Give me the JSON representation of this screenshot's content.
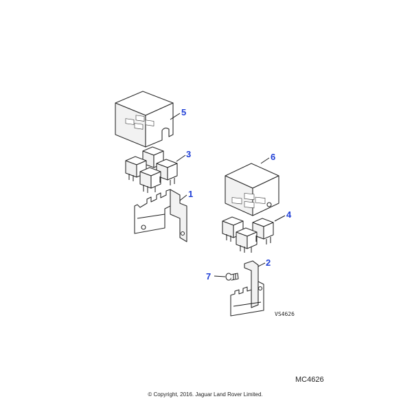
{
  "callouts": {
    "c1": "1",
    "c2": "2",
    "c3": "3",
    "c4": "4",
    "c5": "5",
    "c6": "6",
    "c7": "7"
  },
  "drawing_ref": "VS4626",
  "figure_ref": "MC4626",
  "copyright": "© Copyright, 2016. Jaguar Land Rover Limited."
}
